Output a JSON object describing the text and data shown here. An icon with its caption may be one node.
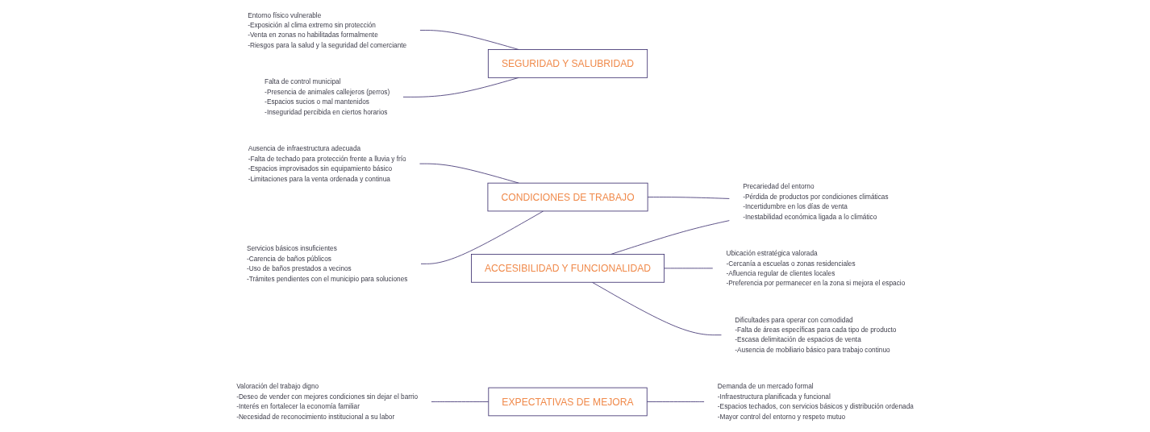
{
  "diagram": {
    "nodes": [
      {
        "text": [
          "Entorno físico vulnerable",
          "-Exposición al clima extremo sin protección",
          "-Venta en zonas no habilitadas formalmente",
          "-Riesgos para la salud y la seguridad del comerciante"
        ]
      },
      {
        "text": [
          "Ausencia de infraestructura adecuada",
          "-Falta de techado para protección frente a lluvia y frío",
          "-Espacios improvisados sin equipamiento básico",
          "-Limitaciones para la venta ordenada y continua"
        ]
      },
      {
        "text": [
          "Servicios básicos insuficientes",
          "-Carencia de baños públicos",
          "-Uso de baños prestados a vecinos",
          "-Trámites pendientes con el municipio para soluciones"
        ]
      },
      {
        "text": [
          "Falta de control municipal",
          "-Presencia de animales callejeros (perros)",
          "-Espacios sucios o mal mantenidos",
          "-Inseguridad percibida en ciertos horarios"
        ]
      },
      {
        "text": [
          "CONDICIONES DE TRABAJO"
        ]
      },
      {
        "text": [
          "Precariedad del entorno",
          "-Pérdida de productos por condiciones climáticas",
          "-Incertidumbre en los días de venta",
          "-Inestabilidad económica ligada a lo climático"
        ]
      },
      {
        "text": [
          "SEGURIDAD Y SALUBRIDAD"
        ]
      },
      {
        "text": [
          "Valoración del trabajo digno",
          "-Deseo de vender con mejores condiciones sin dejar el barrio",
          "-Interés en fortalecer la economía familiar",
          "-Necesidad de reconocimiento institucional a su labor"
        ]
      },
      {
        "text": [
          "ACCESIBILIDAD Y FUNCIONALIDAD"
        ]
      },
      {
        "text": [
          "Ubicación estratégica valorada",
          "-Cercanía a escuelas o zonas residenciales",
          "-Afluencia regular de clientes locales",
          "-Preferencia por permanecer en la zona si mejora el espacio"
        ]
      },
      {
        "text": [
          "EXPECTATIVAS DE MEJORA"
        ]
      },
      {
        "text": [
          "Demanda de un mercado formal",
          "-Infraestructura planificada y funcional",
          "-Espacios techados, con servicios básicos y distribución ordenada",
          "-Mayor control del entorno y respeto mutuo"
        ]
      },
      {
        "text": [
          "Dificultades para operar con comodidad",
          "-Falta de áreas específicas para cada tipo de producto",
          "-Escasa delimitación de espacios de venta",
          "-Ausencia de mobiliario básico para trabajo continuo"
        ]
      }
    ],
    "edges": [
      {
        "from": 0,
        "to": 6,
        "arrow": "none"
      },
      {
        "from": 3,
        "to": 6,
        "arrow": "none"
      },
      {
        "from": 1,
        "to": 4,
        "arrow": "none"
      },
      {
        "from": 2,
        "to": 4,
        "arrow": "none"
      },
      {
        "from": 4,
        "to": 5,
        "arrow": "none"
      },
      {
        "from": 8,
        "to": 5,
        "arrow": "none"
      },
      {
        "from": 8,
        "to": 9,
        "arrow": "none"
      },
      {
        "from": 8,
        "to": 12,
        "arrow": "none"
      },
      {
        "from": 7,
        "to": 10,
        "arrow": "none"
      },
      {
        "from": 10,
        "to": 11,
        "arrow": "none"
      }
    ]
  }
}
